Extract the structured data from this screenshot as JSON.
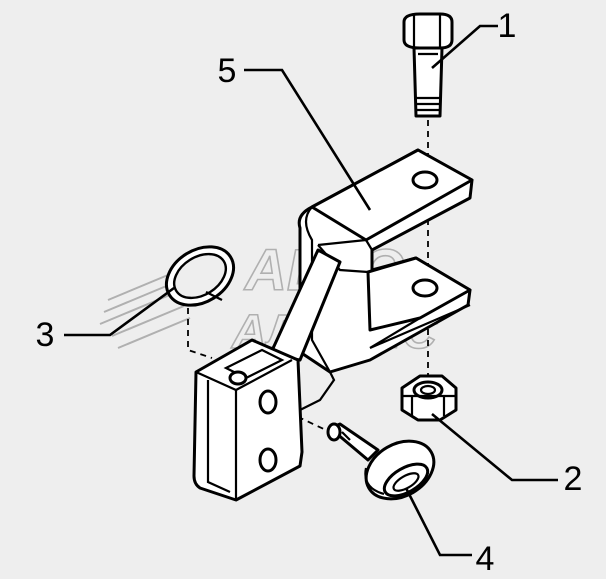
{
  "colors": {
    "background": "#eeeeee",
    "line": "#000000",
    "fill": "#ffffff",
    "watermark": "#b0b0b0"
  },
  "watermark": {
    "line1": "АВТО",
    "line2": "АЛЬЯНС"
  },
  "callouts": [
    {
      "label": "1",
      "part": "bolt"
    },
    {
      "label": "2",
      "part": "nut"
    },
    {
      "label": "3",
      "part": "retaining-ring"
    },
    {
      "label": "4",
      "part": "pin"
    },
    {
      "label": "5",
      "part": "bracket"
    }
  ]
}
